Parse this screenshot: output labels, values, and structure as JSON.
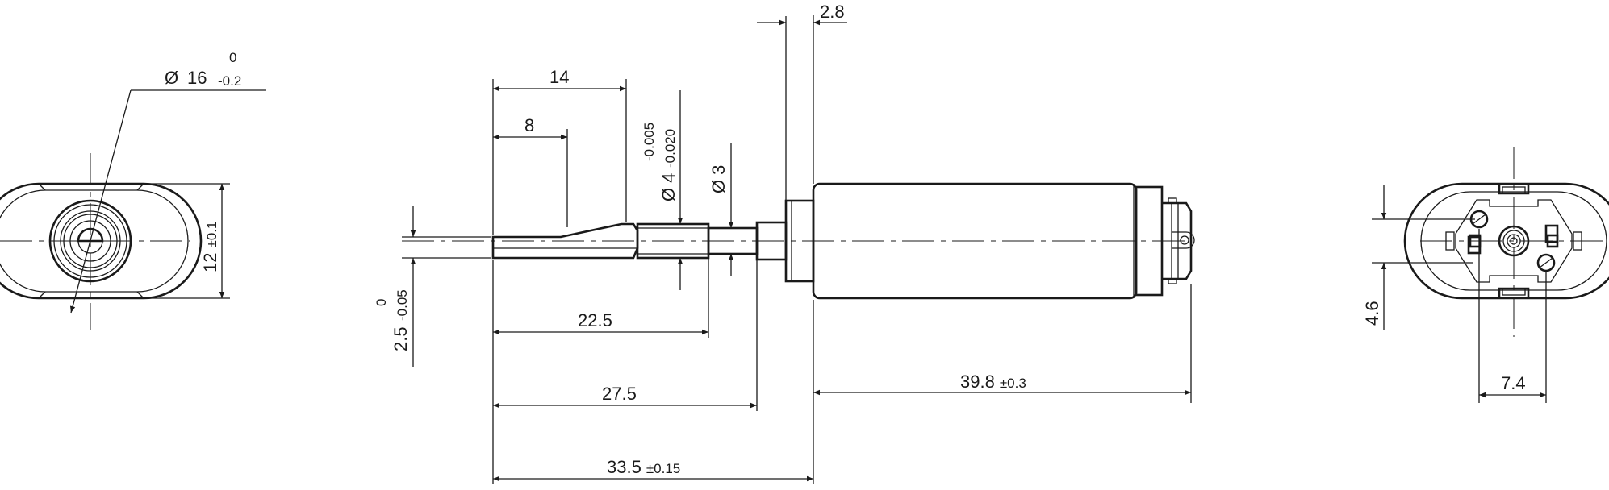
{
  "front_view": {
    "diameter_symbol": "Ø",
    "diameter_value": "16",
    "tol_upper": "0",
    "tol_lower": "-0.2",
    "height_value": "12",
    "height_tol": "±0.1"
  },
  "side_view": {
    "dim_flange": "2.8",
    "dim_flat_length": "14",
    "dim_flat_start": "8",
    "dim_shaft_diameter_symbol": "Ø",
    "dim_shaft_diameter": "4",
    "dim_shaft_tol_upper": "-0.005",
    "dim_shaft_tol_lower": "-0.020",
    "dim_collar_symbol": "Ø",
    "dim_collar": "3",
    "dim_flat_height_value": "2.5",
    "dim_flat_height_tol_upper": "0",
    "dim_flat_height_tol_lower": "-0.05",
    "dim_22_5": "22.5",
    "dim_27_5": "27.5",
    "dim_33_5_value": "33.5",
    "dim_33_5_tol": "±0.15",
    "dim_39_8_value": "39.8",
    "dim_39_8_tol": "±0.3"
  },
  "rear_view": {
    "dim_vertical": "4.6",
    "dim_horizontal": "7.4"
  }
}
